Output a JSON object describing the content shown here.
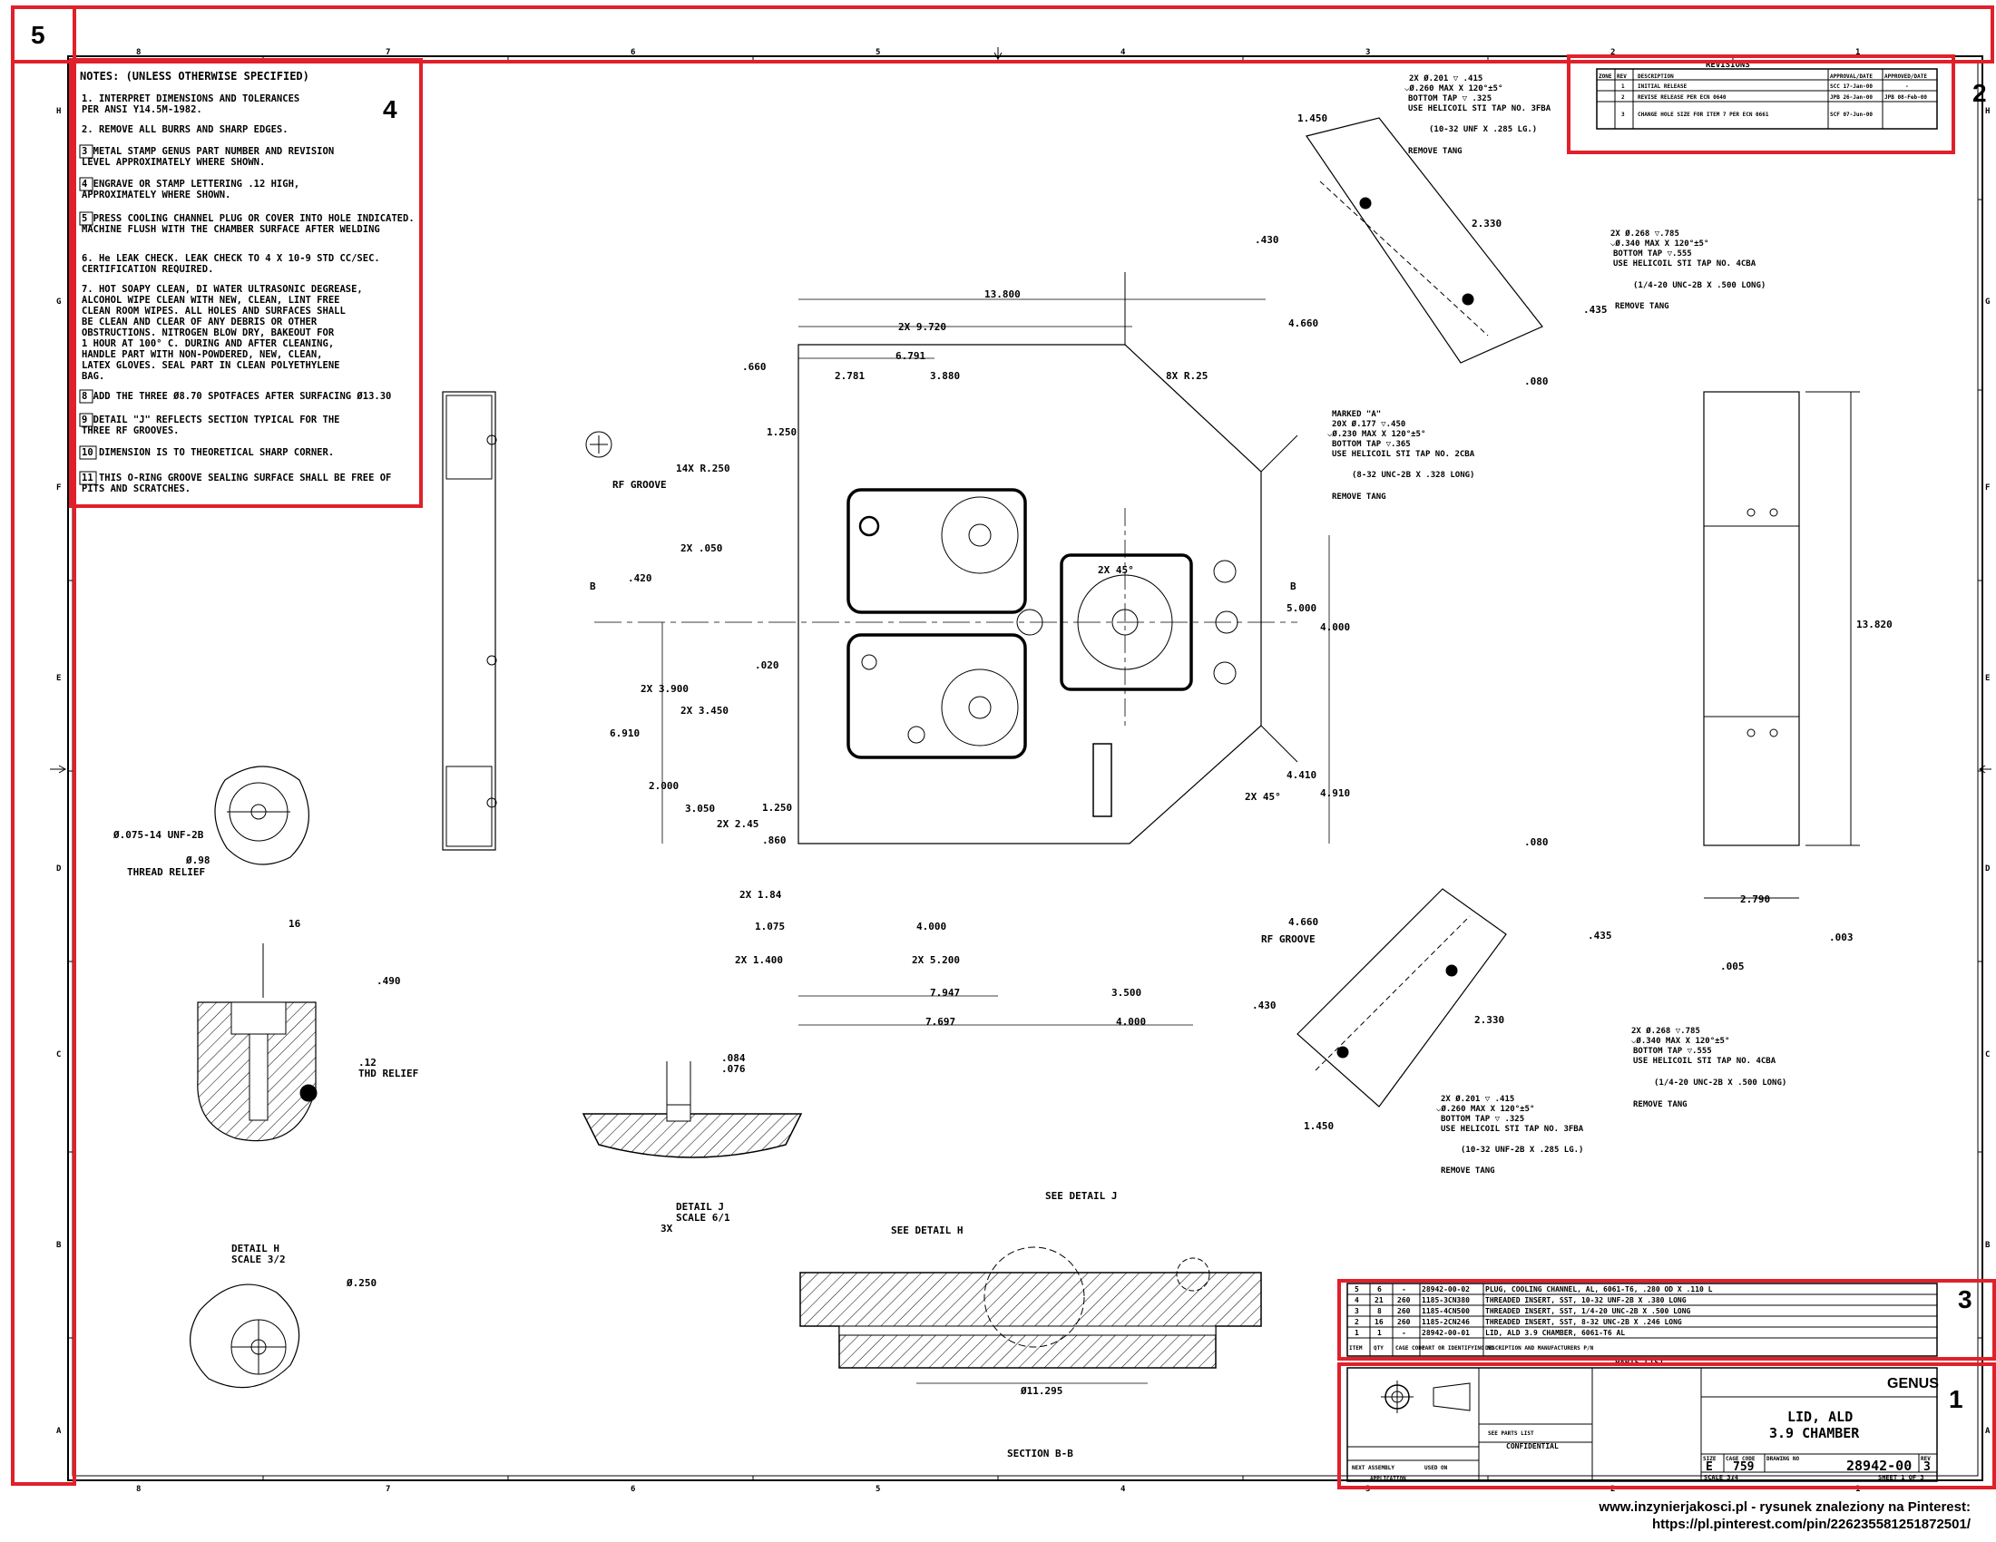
{
  "callouts": [
    {
      "num": "1"
    },
    {
      "num": "2"
    },
    {
      "num": "3"
    },
    {
      "num": "4"
    },
    {
      "num": "5"
    }
  ],
  "border": {
    "top_zones": [
      "8",
      "7",
      "6",
      "5",
      "4",
      "3",
      "2",
      "1"
    ],
    "side_zones": [
      "H",
      "G",
      "F",
      "E",
      "D",
      "C",
      "B",
      "A"
    ]
  },
  "notes": {
    "title": "NOTES: (UNLESS OTHERWISE SPECIFIED)",
    "lines": [
      "1.  INTERPRET DIMENSIONS AND TOLERANCES",
      "    PER ANSI Y14.5M-1982.",
      "2.  REMOVE ALL BURRS AND SHARP EDGES.",
      "3   METAL STAMP GENUS PART NUMBER AND REVISION",
      "    LEVEL APPROXIMATELY WHERE SHOWN.",
      "4   ENGRAVE OR STAMP LETTERING .12 HIGH,",
      "    APPROXIMATELY WHERE SHOWN.",
      "5   PRESS COOLING CHANNEL PLUG OR COVER INTO HOLE INDICATED.",
      "    MACHINE FLUSH WITH THE CHAMBER SURFACE AFTER WELDING",
      "6.  He LEAK CHECK. LEAK CHECK TO 4 X 10-9 STD CC/SEC.",
      "    CERTIFICATION REQUIRED.",
      "7.  HOT SOAPY CLEAN, DI WATER ULTRASONIC DEGREASE,",
      "    ALCOHOL WIPE CLEAN WITH NEW, CLEAN, LINT FREE",
      "    CLEAN ROOM WIPES. ALL HOLES AND SURFACES SHALL",
      "    BE CLEAN AND CLEAR OF ANY DEBRIS OR OTHER",
      "    OBSTRUCTIONS. NITROGEN BLOW DRY, BAKEOUT FOR",
      "    1 HOUR AT 100° C. DURING AND AFTER CLEANING,",
      "    HANDLE PART WITH NON-POWDERED, NEW, CLEAN,",
      "    LATEX GLOVES. SEAL PART IN CLEAN POLYETHYLENE",
      "    BAG.",
      "8   ADD THE THREE Ø8.70 SPOTFACES AFTER SURFACING Ø13.30",
      "9   DETAIL \"J\" REFLECTS SECTION TYPICAL FOR THE",
      "    THREE RF GROOVES.",
      "10  DIMENSION IS TO THEORETICAL SHARP CORNER.",
      "11  THIS O-RING GROOVE SEALING SURFACE SHALL BE FREE OF",
      "    PITS AND SCRATCHES."
    ]
  },
  "revisions": {
    "title": "REVISIONS",
    "headers": [
      "ZONE",
      "REV",
      "DESCRIPTION",
      "APPROVAL/DATE",
      "APPROVED/DATE"
    ],
    "rows": [
      [
        "",
        "1",
        "INITIAL RELEASE",
        "SCC 17-Jan-00",
        "-"
      ],
      [
        "",
        "2",
        "REVISE RELEASE PER ECN 0640",
        "JPB 26-Jan-00",
        "JPB 08-Feb-00"
      ],
      [
        "",
        "3",
        "CHANGE HOLE SIZE FOR ITEM 7 PER ECN 0661",
        "SCF 07-Jun-00",
        ""
      ]
    ]
  },
  "parts_list": {
    "title": "PARTS LIST",
    "headers": [
      "ITEM",
      "QTY",
      "CAGE CODE",
      "PART OR IDENTIFYING NO",
      "DESCRIPTION AND MANUFACTURERS P/N"
    ],
    "rows": [
      [
        "5",
        "6",
        "-",
        "28942-00-02",
        "PLUG, COOLING CHANNEL, AL, 6061-T6, .280 OD X .110 L"
      ],
      [
        "4",
        "21",
        "260",
        "1185-3CN380",
        "THREADED INSERT, SST, 10-32 UNF-2B X .380 LONG"
      ],
      [
        "3",
        "8",
        "260",
        "1185-4CN500",
        "THREADED INSERT, SST, 1/4-20 UNC-2B X .500 LONG"
      ],
      [
        "2",
        "16",
        "260",
        "1185-2CN246",
        "THREADED INSERT, SST, 8-32 UNC-2B X .246 LONG"
      ],
      [
        "1",
        "1",
        "-",
        "28942-00-01",
        "LID, ALD 3.9 CHAMBER, 6061-T6 AL"
      ]
    ]
  },
  "title_block": {
    "company": "GENUS",
    "title_line1": "LID, ALD",
    "title_line2": "3.9 CHAMBER",
    "size_label": "SIZE",
    "size": "E",
    "cage_label": "CAGE CODE",
    "cage": "759",
    "dwg_label": "DRAWING NO",
    "dwg_no": "28942-00",
    "rev_label": "REV",
    "rev": "3",
    "scale": "SCALE 3/4",
    "sheet": "SHEET 1 OF 3",
    "confidential": "CONFIDENTIAL",
    "application": "APPLICATION",
    "next_assy": "NEXT ASSEMBLY",
    "used_on": "USED ON",
    "see_parts": "SEE PARTS LIST"
  },
  "dimensions": {
    "d13_800": "13.800",
    "d9_720": "2X 9.720",
    "d6_791": "6.791",
    "d2_781": "2.781",
    "d3_880": "3.880",
    "d660": ".660",
    "d1_250a": "1.250",
    "d8x025": "8X R.25",
    "d14x250": "14X R.250",
    "drf1": "RF GROOVE",
    "d2x050": "2X .050",
    "d420": ".420",
    "d020": ".020",
    "d3_900": "2X 3.900",
    "d3_450": "2X 3.450",
    "d6_910": "6.910",
    "d2_000": "2.000",
    "d3_050": "3.050",
    "d1_250b": "1.250",
    "d2_45": "2X 2.45",
    "d860": ".860",
    "d1_84": "2X 1.84",
    "d1_075": "1.075",
    "d4_000a": "4.000",
    "d1_400": "2X 1.400",
    "d5_200": "2X 5.200",
    "d7_947": "7.947",
    "d3_500": "3.500",
    "d7_697": "7.697",
    "d4_000b": "4.000",
    "d2x45a": "2X 45°",
    "d2x45b": "2X 45°",
    "d5_000": "5.000",
    "d4_000c": "4.000",
    "d4_410": "4.410",
    "d4_910": "4.910",
    "drf2": "RF GROOVE",
    "d13_820": "13.820",
    "d2_790": "2.790",
    "d003": ".003",
    "d005": ".005",
    "secB": "B",
    "d1_450a": "1.450",
    "d430a": ".430",
    "d2_330a": "2.330",
    "d4_660a": "4.660",
    "d435a": ".435",
    "d080a": ".080",
    "d080b": ".080",
    "d4_660b": "4.660",
    "d435b": ".435",
    "d430b": ".430",
    "d2_330b": "2.330",
    "d1_450b": "1.450",
    "marked_a": "MARKED \"A\"",
    "d11_295": "Ø11.295",
    "section_bb": "SECTION B-B",
    "see_detail_h": "SEE DETAIL H",
    "see_detail_j": "SEE DETAIL J",
    "detail_j": "DETAIL J",
    "scale_j": "SCALE 6/1",
    "x3": "3X",
    "detail_h": "DETAIL H",
    "scale_h": "SCALE 3/2",
    "d075_14": "Ø.075-14 UNF-2B",
    "d98": "Ø.98",
    "thread_relief": "THREAD RELIEF",
    "d490": ".490",
    "d12": ".12",
    "thd_relief": "THD RELIEF",
    "d084": ".084",
    "d076": ".076",
    "d16": "16",
    "d250": "Ø.250"
  },
  "callout_notes": {
    "top1": "2X Ø.201 ▽ .415",
    "top2": "⌵Ø.260 MAX X 120°±5°",
    "top3": "BOTTOM TAP ▽ .325",
    "top4": "USE HELICOIL STI TAP NO. 3FBA",
    "top5": "(10-32 UNF X .285 LG.)",
    "top6": "REMOVE TANG",
    "mid1": "2X Ø.268 ▽.785",
    "mid2": "⌵Ø.340 MAX X 120°±5°",
    "mid3": "BOTTOM TAP ▽.555",
    "mid4": "USE HELICOIL STI TAP NO. 4CBA",
    "mid5": "(1/4-20 UNC-2B X .500 LONG)",
    "mid6": "REMOVE TANG",
    "c1": "20X Ø.177 ▽.450",
    "c2": "⌵Ø.230 MAX X 120°±5°",
    "c3": "BOTTOM TAP ▽.365",
    "c4": "USE HELICOIL STI TAP NO. 2CBA",
    "c5": "(8-32 UNC-2B X .328 LONG)",
    "c6": "REMOVE TANG",
    "b1": "2X Ø.268 ▽.785",
    "b2": "⌵Ø.340 MAX X 120°±5°",
    "b3": "BOTTOM TAP ▽.555",
    "b4": "USE HELICOIL STI TAP NO. 4CBA",
    "b5": "(1/4-20 UNC-2B X .500 LONG)",
    "b6": "REMOVE TANG",
    "bb1": "2X Ø.201 ▽ .415",
    "bb2": "⌵Ø.260 MAX X 120°±5°",
    "bb3": "BOTTOM TAP ▽ .325",
    "bb4": "USE HELICOIL STI TAP NO. 3FBA",
    "bb5": "(10-32 UNF-2B X .285 LG.)",
    "bb6": "REMOVE TANG"
  },
  "footer": {
    "line1": "www.inzynierjakosci.pl - rysunek znaleziony na Pinterest:",
    "line2": "https://pl.pinterest.com/pin/226235581251872501/"
  },
  "colors": {
    "callout_red": "#e0202a",
    "ink": "#000000"
  }
}
